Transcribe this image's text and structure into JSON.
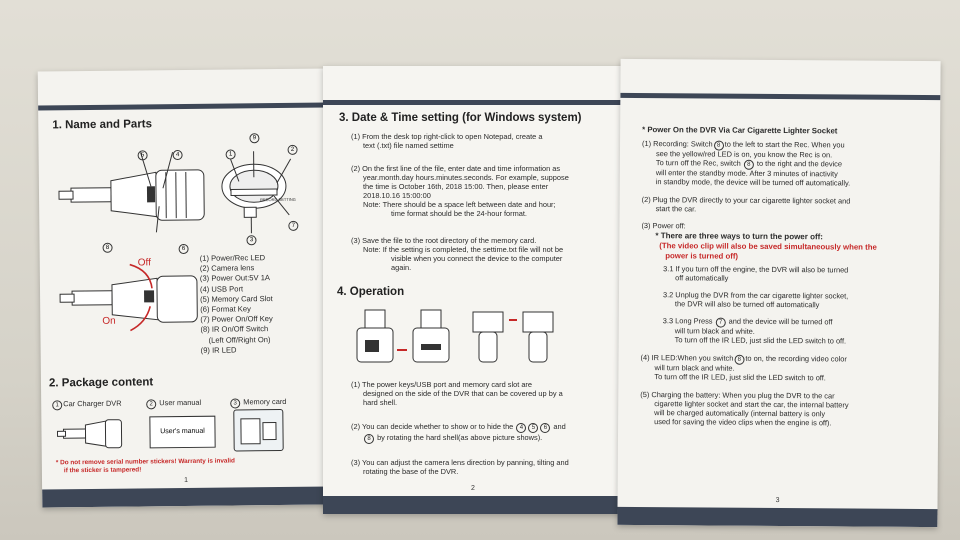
{
  "page1": {
    "section1_title": "1. Name and Parts",
    "diagram_numbers": [
      "5",
      "4",
      "9",
      "1",
      "2",
      "6",
      "3",
      "7",
      "8"
    ],
    "off_label": "Off",
    "on_label": "On",
    "device_face_label": "RECORD  SETTING",
    "parts": [
      "(1) Power/Rec LED",
      "(2) Camera lens",
      "(3) Power Out:5V 1A",
      "(4) USB Port",
      "(5) Memory Card Slot",
      "(6) Format Key",
      "(7) Power On/Off Key",
      "(8) IR On/Off Switch",
      "(Left Off/Right On)",
      "(9) IR LED"
    ],
    "section2_title": "2. Package content",
    "package": [
      {
        "num": "1",
        "label": "Car Charger DVR"
      },
      {
        "num": "2",
        "label": "User manual"
      },
      {
        "num": "3",
        "label": "Memory card"
      }
    ],
    "manual_box_label": "User's manual",
    "warning_line1": "* Do not remove serial number stickers! Warranty is invalid",
    "warning_line2": "if the sticker is tampered!",
    "page_number": "1"
  },
  "page2": {
    "section3_title": "3. Date & Time setting (for Windows system)",
    "step1_line1": "(1) From the desk top right-click to open Notepad, create a",
    "step1_line2": "text (.txt) file named settime",
    "step2_line1": "(2) On the first line of the file, enter date and time information as",
    "step2_line2": "year.month.day hours.minutes.seconds. For example, suppose",
    "step2_line3": "the time is October 16th, 2018 15:00. Then, please enter",
    "step2_line4": "2018.10.16 15:00:00",
    "step2_note1": "Note: There should be a space left between date and hour;",
    "step2_note2": "time format should be the 24-hour format.",
    "step3_line1": "(3) Save the file to the root directory of the memory card.",
    "step3_note1": "Note: If the setting is completed, the settime.txt file will not be",
    "step3_note2": "visible when you connect the device to the computer",
    "step3_note3": "again.",
    "section4_title": "4. Operation",
    "op1_line1": "(1) The power keys/USB port and memory card slot are",
    "op1_line2": "designed on the side of the DVR that can be covered up by a",
    "op1_line3": "hard shell.",
    "op2_line1_a": "(2) You can decide whether to show or to hide the",
    "op2_line1_b": "and",
    "op2_line2": "by rotating the hard shell(as above picture shows).",
    "op2_circles": [
      "4",
      "5",
      "6"
    ],
    "op2_circle8": "8",
    "op3_line1": "(3) You can adjust the camera lens direction by panning, tilting and",
    "op3_line2": "rotating the base of the DVR.",
    "page_number": "2"
  },
  "page3": {
    "title": "* Power On the DVR Via Car Cigarette Lighter Socket",
    "r1_a": "(1) Recording: Switch",
    "r1_num": "8",
    "r1_b": "to the left to start the Rec. When you",
    "r1_l2": "see the yellow/red LED is on, you know the Rec is on.",
    "r1_l3a": "To turn off the Rec, switch",
    "r1_l3num": "8",
    "r1_l3b": "to the right and the device",
    "r1_l4": "will enter the standby mode. After 3 minutes of inactivity",
    "r1_l5": "in standby mode, the device will be turned off automatically.",
    "r2_l1": "(2) Plug the DVR directly to your car cigarette lighter socket and",
    "r2_l2": "start the car.",
    "r3_l1": "(3) Power off:",
    "r3_head": "* There are three ways to turn the power off:",
    "r3_red1": "(The video clip will also be saved simultaneously when the",
    "r3_red2": "power is turned off)",
    "r3_1a": "3.1 If you turn off the engine, the DVR will also be turned",
    "r3_1b": "off automatically",
    "r3_2a": "3.2  Unplug the DVR from the car cigarette lighter socket,",
    "r3_2b": "the DVR will also be turned off automatically",
    "r3_3a": "3.3  Long Press",
    "r3_3num": "7",
    "r3_3b": "and the device will be turned off",
    "r3_3c": "will turn black and white.",
    "r3_3d": "To turn off the IR LED, just slid the LED switch to off.",
    "r4_a": "(4) IR LED:When you switch",
    "r4_num": "8",
    "r4_b": "to on, the recording video color",
    "r4_l2": "will turn black and white.",
    "r4_l3": "To turn off the IR LED, just slid the LED switch to off.",
    "r5_l1": "(5) Charging the battery: When you plug the DVR to the car",
    "r5_l2": "cigarette lighter socket and start the car, the internal battery",
    "r5_l3": "will be charged automatically (internal battery is only",
    "r5_l4": "used for saving the video clips when the engine is off).",
    "page_number": "3"
  }
}
